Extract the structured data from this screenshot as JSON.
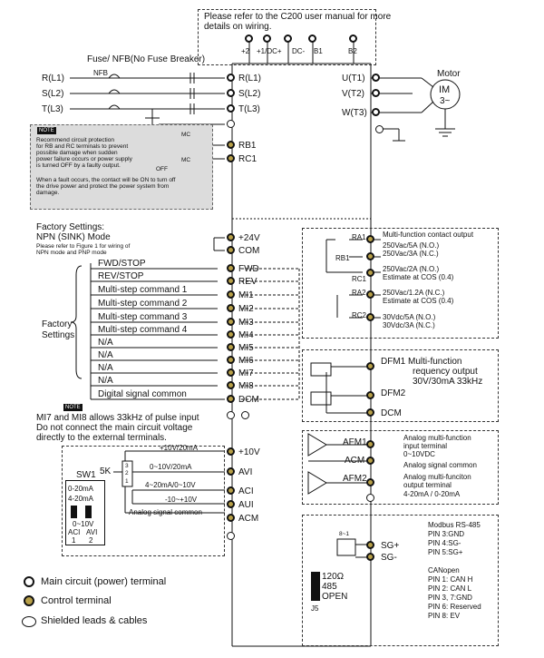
{
  "top_note": {
    "line1": "Please refer to the C200 user manual  for more",
    "line2": "details on wiring."
  },
  "dc_terminals": [
    "+2",
    "+1/DC+",
    "DC-",
    "B1",
    "B2"
  ],
  "breaker": {
    "label": "Fuse/ NFB(No Fuse Breaker)",
    "nfb": "NFB"
  },
  "input_lines": [
    "R(L1)",
    "S(L2)",
    "T(L3)"
  ],
  "main_inputs": [
    "R(L1)",
    "S(L2)",
    "T(L3)"
  ],
  "outputs": [
    "U(T1)",
    "V(T2)",
    "W(T3)"
  ],
  "motor": {
    "label": "Motor",
    "symbol": "IM",
    "phase": "3~"
  },
  "mc_labels": [
    "MC",
    "MC"
  ],
  "off_label": "OFF",
  "relay_terminals": [
    "RB1",
    "RC1"
  ],
  "note_tag": "NOTE",
  "protection_note": {
    "line1": "Recommend circuit protection",
    "line2": "for RB and RC terminals to prevent",
    "line3": "possible damage when sudden",
    "line4": "power failure occurs or power supply",
    "line5": "is turned OFF by a faulty output.",
    "line6": "When a fault occurs, the contact will be ON to turn off",
    "line7": "the drive power and protect the power system from",
    "line8": "damage."
  },
  "factory": {
    "title1": "Factory Settings:",
    "title2": "NPN (SINK) Mode",
    "hint1": "Please refer to Figure 1 for wiring of",
    "hint2": "NPN mode and PNP mode",
    "side1": "Factory",
    "side2": "Settings"
  },
  "control_terminals": [
    "+24V",
    "COM",
    "FWD",
    "REV",
    "MI1",
    "MI2",
    "MI3",
    "MI4",
    "MI5",
    "MI6",
    "MI7",
    "MI8",
    "DCM"
  ],
  "input_functions": [
    "FWD/STOP",
    "REV/STOP",
    "Multi-step command 1",
    "Multi-step command 2",
    "Multi-step command 3",
    "Multi-step command 4",
    "N/A",
    "N/A",
    "N/A",
    "N/A",
    "Digital signal common"
  ],
  "mi_note": {
    "line1": "MI7 and MI8 allows 33kHz of pulse input",
    "line2": "Do not connect the main circuit voltage",
    "line3": "directly to the external terminals."
  },
  "relay_out": {
    "title": "Multi-function contact output",
    "labels": [
      "RA1",
      "RB1",
      "RC1",
      "RA2",
      "RC2"
    ],
    "specs": [
      "250Vac/5A (N.O.)",
      "250Vac/3A (N.C.)",
      "250Vac/2A (N.O.)",
      "Estimate at COS (0.4)",
      "250Vac/1.2A (N.C.)",
      "Estimate at COS (0.4)",
      "30Vdc/5A (N.O.)",
      "30Vdc/3A (N.C.)"
    ]
  },
  "dfm": {
    "labels": [
      "DFM1",
      "DFM2",
      "DCM"
    ],
    "desc1": "Multi-function",
    "desc2": "requency output",
    "desc3": "30V/30mA 33kHz"
  },
  "analog_in": {
    "terminals": [
      "+10V",
      "AVI",
      "ACI",
      "AUI",
      "ACM"
    ],
    "labels": [
      "+10V/20mA",
      "0~10V/20mA",
      "4~20mA/0~10V",
      "-10~+10V",
      "Analog signal common"
    ],
    "pot": "5K",
    "pins": [
      "3",
      "2",
      "1"
    ]
  },
  "sw1": {
    "title": "SW1",
    "opt1": "0-20mA",
    "opt2": "4-20mA",
    "opt3": "0~10V",
    "aci": "ACI",
    "avi": "AVI",
    "n1": "1",
    "n2": "2"
  },
  "analog_out": {
    "labels": [
      "AFM1",
      "ACM",
      "AFM2"
    ],
    "afm1_1": "Analog multi-function",
    "afm1_2": "input terminal",
    "afm1_3": "0~10VDC",
    "acm": "Analog signal common",
    "afm2_1": "Analog multi-funciton",
    "afm2_2": "output terminal",
    "afm2_3": "4-20mA / 0-20mA"
  },
  "comm": {
    "rj45": "8~1",
    "terminals": [
      "SG+",
      "SG-"
    ],
    "modbus": [
      "Modbus RS-485",
      "PIN 3:GND",
      "PIN 4:SG-",
      "PIN 5:SG+"
    ],
    "canopen": [
      "CANopen",
      "PIN 1: CAN H",
      "PIN 2: CAN L",
      "PIN 3, 7:GND",
      "PIN 6: Reserved",
      "PIN 8: EV"
    ],
    "jumper": [
      "120Ω",
      "485",
      "OPEN"
    ],
    "j5": "J5"
  },
  "legend": [
    "Main circuit (power) terminal",
    "Control terminal",
    "Shielded leads & cables"
  ]
}
